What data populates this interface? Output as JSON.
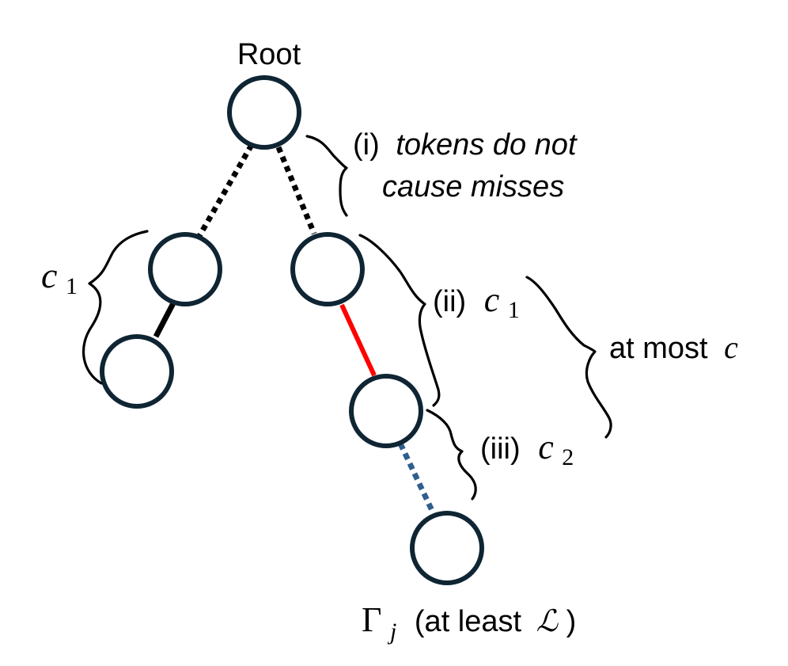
{
  "root_label": "Root",
  "label_i_prefix": "(i)",
  "label_i_line1": "tokens do not",
  "label_i_line2": "cause misses",
  "label_c1_left_var": "c",
  "label_c1_left_sub": "1",
  "label_ii_prefix": "(ii)",
  "label_ii_var": "c",
  "label_ii_sub": "1",
  "label_iii_prefix": "(iii)",
  "label_iii_var": "c",
  "label_iii_sub": "2",
  "label_atmost_text": "at most",
  "label_atmost_var": "c",
  "bottom_gamma": "Γ",
  "bottom_gamma_sub": "j",
  "bottom_open": "(at least",
  "bottom_L": "ℒ",
  "bottom_close": ")",
  "colors": {
    "node_stroke": "#0f2533",
    "edge_dotted_black": "#000000",
    "edge_solid_black": "#000000",
    "edge_red": "#ff0000",
    "edge_dotted_blue": "#2e5f8e"
  }
}
